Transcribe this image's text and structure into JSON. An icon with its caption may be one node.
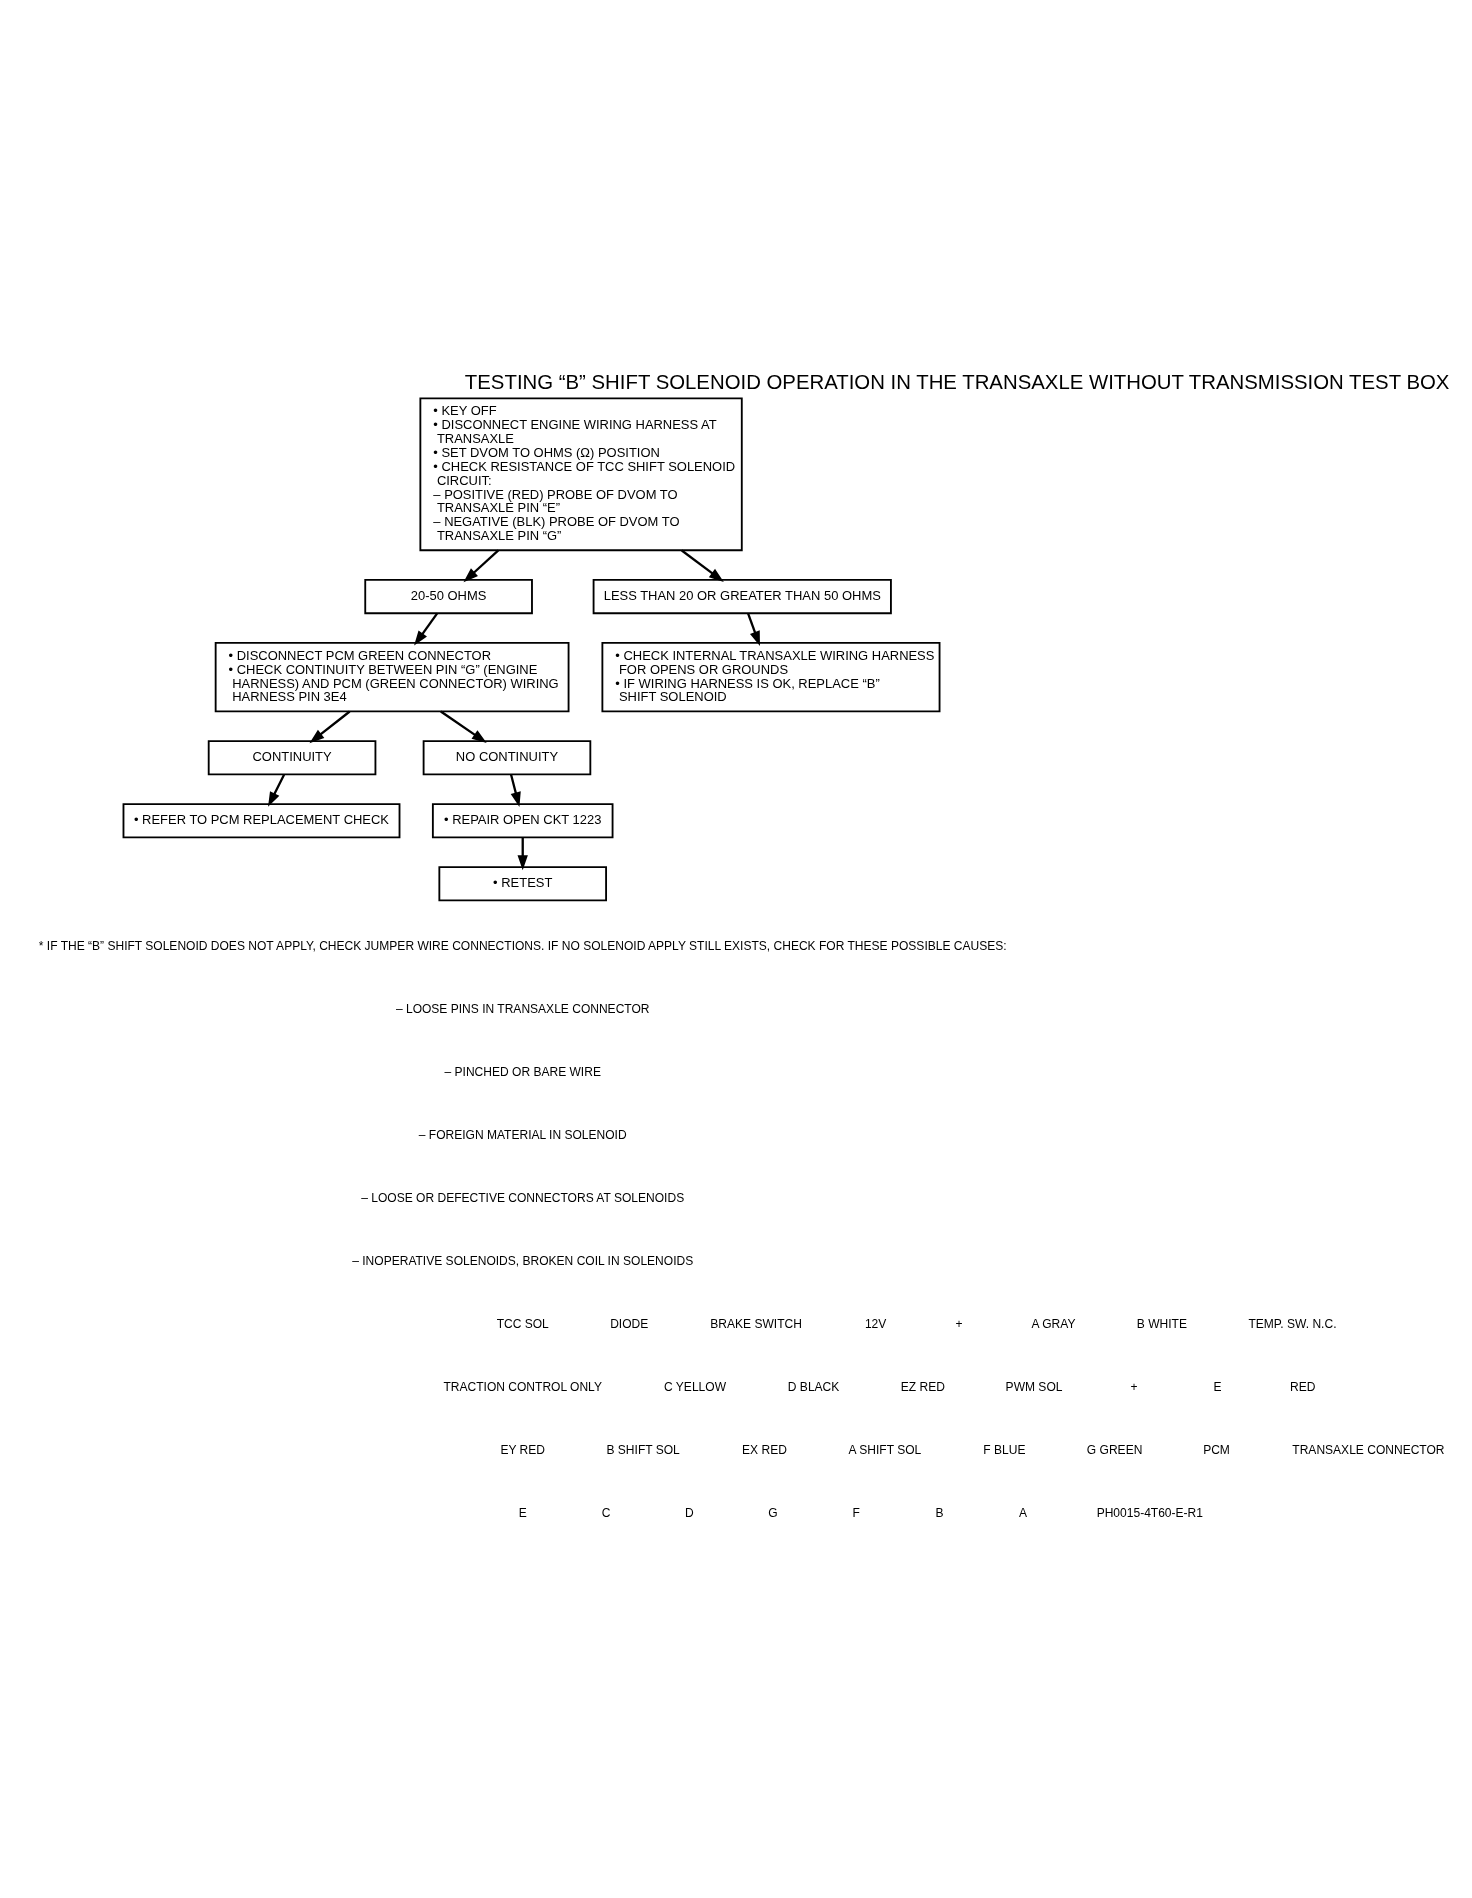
{
  "diagram": {
    "title": "TESTING “B” SHIFT SOLENOID OPERATION IN THE TRANSAXLE WITHOUT TRANSMISSION TEST BOX",
    "nodes": [
      {
        "text": [
          "• KEY OFF",
          "• DISCONNECT ENGINE WIRING HARNESS AT TRANSAXLE",
          "• SET DVOM TO OHMS (Ω) POSITION",
          "• CHECK RESISTANCE OF TCC SHIFT SOLENOID CIRCUIT:",
          "– POSITIVE (RED) PROBE OF DVOM TO TRANSAXLE PIN “E”",
          "– NEGATIVE (BLK) PROBE OF DVOM TO TRANSAXLE PIN “G”"
        ]
      },
      {
        "text": [
          "20-50 OHMS"
        ]
      },
      {
        "text": [
          "LESS THAN 20 OR GREATER THAN 50 OHMS"
        ]
      },
      {
        "text": [
          "• DISCONNECT PCM GREEN CONNECTOR",
          "• CHECK CONTINUITY BETWEEN PIN “G” (ENGINE HARNESS) AND PCM (GREEN CONNECTOR) WIRING HARNESS PIN 3E4"
        ]
      },
      {
        "text": [
          "• CHECK INTERNAL TRANSAXLE WIRING HARNESS FOR OPENS OR GROUNDS",
          "• IF WIRING HARNESS IS OK, REPLACE “B” SHIFT SOLENOID"
        ]
      },
      {
        "text": [
          "CONTINUITY"
        ]
      },
      {
        "text": [
          "NO CONTINUITY"
        ]
      },
      {
        "text": [
          "• REFER TO PCM REPLACEMENT CHECK"
        ]
      },
      {
        "text": [
          "• REPAIR OPEN CKT 1223"
        ]
      },
      {
        "text": [
          "• RETEST"
        ]
      }
    ],
    "edges": [
      {
        "from": 0,
        "to": 1,
        "arrow": "to"
      },
      {
        "from": 0,
        "to": 2,
        "arrow": "to"
      },
      {
        "from": 1,
        "to": 3,
        "arrow": "to"
      },
      {
        "from": 2,
        "to": 4,
        "arrow": "to"
      },
      {
        "from": 3,
        "to": 5,
        "arrow": "to"
      },
      {
        "from": 3,
        "to": 6,
        "arrow": "to"
      },
      {
        "from": 5,
        "to": 7,
        "arrow": "to"
      },
      {
        "from": 6,
        "to": 8,
        "arrow": "to"
      },
      {
        "from": 8,
        "to": 9,
        "arrow": "to"
      }
    ],
    "labels": [
      "* IF THE “B” SHIFT SOLENOID DOES NOT APPLY, CHECK JUMPER WIRE CONNECTIONS. IF NO SOLENOID APPLY STILL EXISTS, CHECK FOR THESE POSSIBLE CAUSES:",
      "– LOOSE PINS IN TRANSAXLE CONNECTOR",
      "– PINCHED OR BARE WIRE",
      "– FOREIGN MATERIAL IN SOLENOID",
      "– LOOSE OR DEFECTIVE CONNECTORS AT SOLENOIDS",
      "– INOPERATIVE SOLENOIDS, BROKEN COIL IN SOLENOIDS",
      "TCC SOL",
      "DIODE",
      "BRAKE SWITCH",
      "12V",
      "+",
      "A GRAY",
      "B WHITE",
      "TEMP. SW. N.C.",
      "TRACTION CONTROL ONLY",
      "C YELLOW",
      "D BLACK",
      "EZ RED",
      "PWM SOL",
      "+",
      "E",
      "RED",
      "EY RED",
      "B SHIFT SOL",
      "EX RED",
      "A SHIFT SOL",
      "F BLUE",
      "G GREEN",
      "PCM",
      "TRANSAXLE CONNECTOR",
      "E",
      "C",
      "D",
      "G",
      "F",
      "B",
      "A",
      "PH0015-4T60-E-R1"
    ]
  }
}
